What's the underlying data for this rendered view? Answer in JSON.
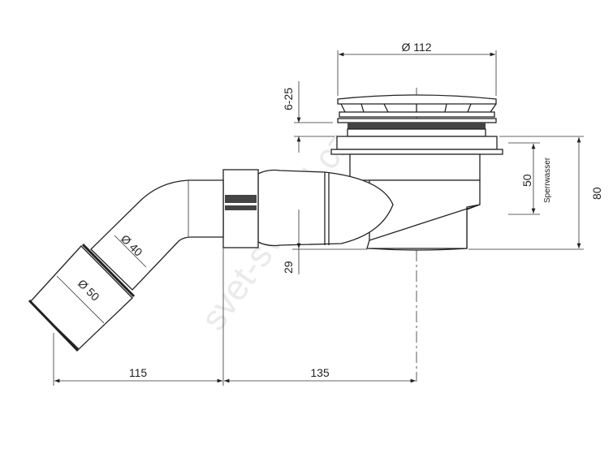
{
  "title": "Shower drain dimension drawing",
  "dimensions": {
    "cap_diameter": "Ø 112",
    "adjust_height": "6-25",
    "water_seal_height": "50",
    "water_seal_label": "Sperrwasser",
    "total_height": "80",
    "outlet_height": "29",
    "pipe_inner_diameter": "Ø 40",
    "pipe_outer_diameter": "Ø 50",
    "length_pipe": "115",
    "length_body": "135"
  },
  "watermark": "svet-svitidel.cz"
}
